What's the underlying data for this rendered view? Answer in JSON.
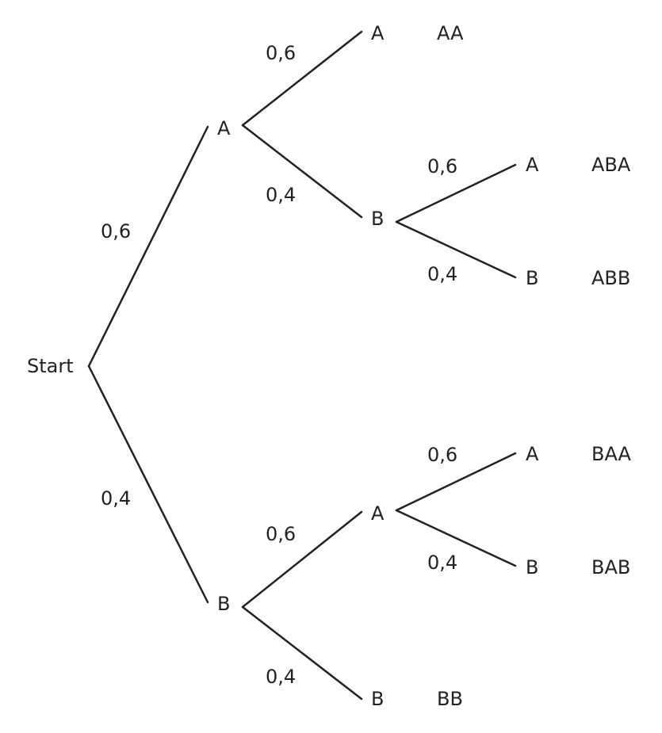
{
  "tree": {
    "root_label": "Start",
    "colors": {
      "stroke": "#222222",
      "text": "#222222",
      "background": "#ffffff"
    },
    "nodes": [
      {
        "id": "start",
        "label": "Start"
      },
      {
        "id": "a",
        "label": "A"
      },
      {
        "id": "b",
        "label": "B"
      },
      {
        "id": "aa",
        "label": "A"
      },
      {
        "id": "ab",
        "label": "B"
      },
      {
        "id": "ba",
        "label": "A"
      },
      {
        "id": "bb",
        "label": "B"
      },
      {
        "id": "aba",
        "label": "A"
      },
      {
        "id": "abb",
        "label": "B"
      },
      {
        "id": "baa",
        "label": "A"
      },
      {
        "id": "bab",
        "label": "B"
      }
    ],
    "edges": [
      {
        "id": "start-a",
        "from": "start",
        "to": "a",
        "probability": "0,6"
      },
      {
        "id": "start-b",
        "from": "start",
        "to": "b",
        "probability": "0,4"
      },
      {
        "id": "a-aa",
        "from": "a",
        "to": "aa",
        "probability": "0,6"
      },
      {
        "id": "a-ab",
        "from": "a",
        "to": "ab",
        "probability": "0,4"
      },
      {
        "id": "b-ba",
        "from": "b",
        "to": "ba",
        "probability": "0,6"
      },
      {
        "id": "b-bb",
        "from": "b",
        "to": "bb",
        "probability": "0,4"
      },
      {
        "id": "ab-aba",
        "from": "ab",
        "to": "aba",
        "probability": "0,6"
      },
      {
        "id": "ab-abb",
        "from": "ab",
        "to": "abb",
        "probability": "0,4"
      },
      {
        "id": "ba-baa",
        "from": "ba",
        "to": "baa",
        "probability": "0,6"
      },
      {
        "id": "ba-bab",
        "from": "ba",
        "to": "bab",
        "probability": "0,4"
      }
    ],
    "outcomes": [
      {
        "id": "aa",
        "label": "AA"
      },
      {
        "id": "aba",
        "label": "ABA"
      },
      {
        "id": "abb",
        "label": "ABB"
      },
      {
        "id": "baa",
        "label": "BAA"
      },
      {
        "id": "bab",
        "label": "BAB"
      },
      {
        "id": "bb",
        "label": "BB"
      }
    ]
  }
}
